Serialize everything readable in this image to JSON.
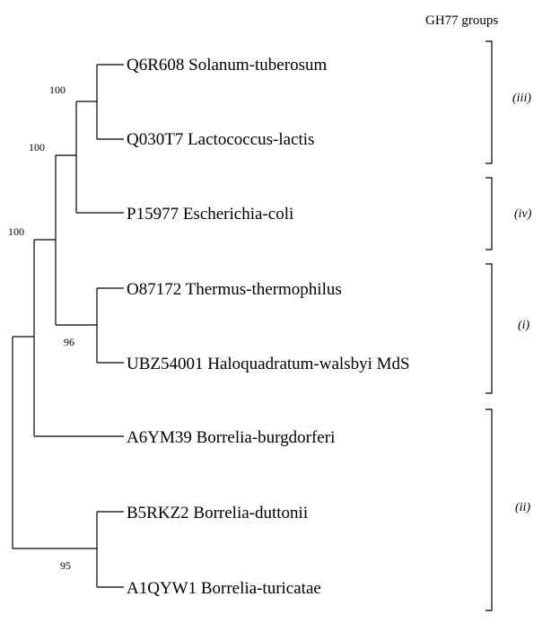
{
  "header": {
    "title": "GH77 groups"
  },
  "taxa": [
    {
      "label": "Q6R608 Solanum-tuberosum"
    },
    {
      "label": "Q030T7 Lactococcus-lactis"
    },
    {
      "label": "P15977 Escherichia-coli"
    },
    {
      "label": "O87172 Thermus-thermophilus"
    },
    {
      "label": "UBZ54001 Haloquadratum-walsbyi MdS"
    },
    {
      "label": "A6YM39 Borrelia-burgdorferi"
    },
    {
      "label": "B5RKZ2 Borrelia-duttonii"
    },
    {
      "label": "A1QYW1 Borrelia-turicatae"
    }
  ],
  "bootstrap": [
    "100",
    "100",
    "100",
    "96",
    "95"
  ],
  "groups": [
    {
      "label": "(iii)"
    },
    {
      "label": "(iv)"
    },
    {
      "label": "(i)"
    },
    {
      "label": "(ii)"
    }
  ]
}
